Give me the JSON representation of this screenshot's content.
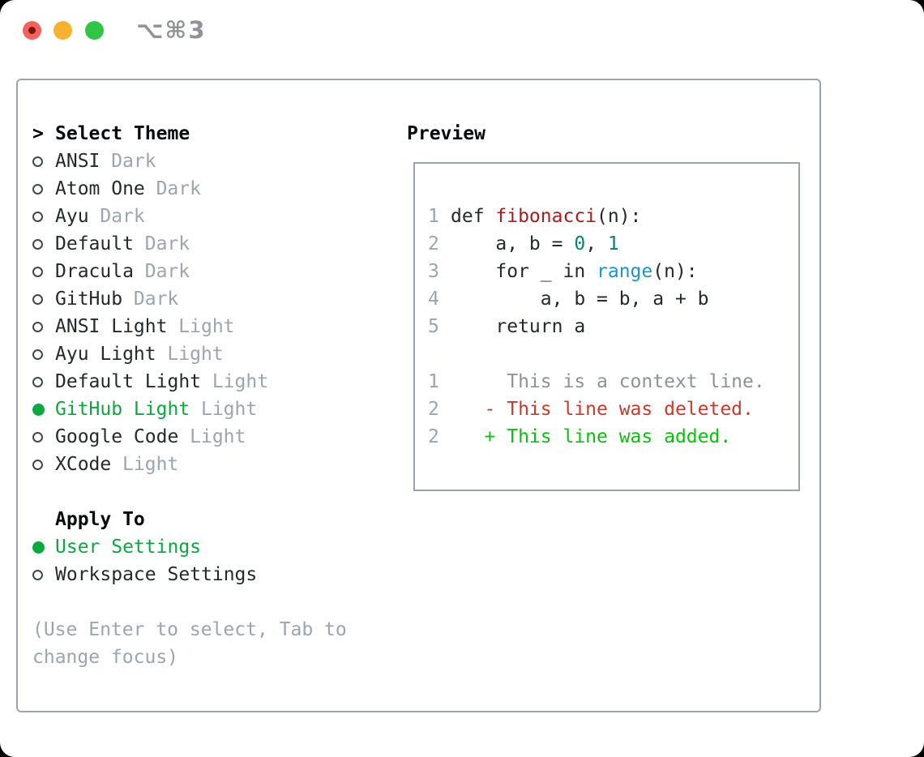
{
  "titlebar": {
    "shortcut": "⌥⌘3"
  },
  "colors": {
    "traffic_red": "#f4605a",
    "traffic_red_dot": "#7d130e",
    "traffic_yellow": "#f6b22e",
    "traffic_green": "#31c546",
    "shortcut_gray": "#8f9298",
    "panel_border": "#9aa4af",
    "text_dark": "#24292e",
    "muted_gray": "#9aa5b1",
    "ui_green": "#0aa83f",
    "fn_red": "#a61d1e",
    "num_teal": "#0d7d7c",
    "call_blue": "#1b95d2",
    "diff_red": "#c93a2b",
    "diff_green": "#0ec00e",
    "context_gray": "#8d9299",
    "line_number_gray": "#9aa5b1"
  },
  "theme_panel": {
    "prompt": ">",
    "header": "Select Theme",
    "items": [
      {
        "name": "ANSI",
        "variant": "Dark",
        "selected": false
      },
      {
        "name": "Atom One",
        "variant": "Dark",
        "selected": false
      },
      {
        "name": "Ayu",
        "variant": "Dark",
        "selected": false
      },
      {
        "name": "Default",
        "variant": "Dark",
        "selected": false
      },
      {
        "name": "Dracula",
        "variant": "Dark",
        "selected": false
      },
      {
        "name": "GitHub",
        "variant": "Dark",
        "selected": false
      },
      {
        "name": "ANSI Light",
        "variant": "Light",
        "selected": false
      },
      {
        "name": "Ayu Light",
        "variant": "Light",
        "selected": false
      },
      {
        "name": "Default Light",
        "variant": "Light",
        "selected": false
      },
      {
        "name": "GitHub Light",
        "variant": "Light",
        "selected": true
      },
      {
        "name": "Google Code",
        "variant": "Light",
        "selected": false
      },
      {
        "name": "XCode",
        "variant": "Light",
        "selected": false
      }
    ]
  },
  "apply_to": {
    "header": "Apply To",
    "options": [
      {
        "label": "User Settings",
        "selected": true
      },
      {
        "label": "Workspace Settings",
        "selected": false
      }
    ]
  },
  "help": {
    "line1": "(Use Enter to select, Tab to",
    "line2": "change focus)"
  },
  "preview": {
    "header": "Preview",
    "lines": [
      {
        "num": "1",
        "segments": [
          {
            "t": "def ",
            "c": "text"
          },
          {
            "t": "fibonacci",
            "c": "fn"
          },
          {
            "t": "(n):",
            "c": "text"
          }
        ]
      },
      {
        "num": "2",
        "segments": [
          {
            "t": "    a, b = ",
            "c": "text"
          },
          {
            "t": "0",
            "c": "num"
          },
          {
            "t": ", ",
            "c": "text"
          },
          {
            "t": "1",
            "c": "num"
          }
        ]
      },
      {
        "num": "3",
        "segments": [
          {
            "t": "    for _ in ",
            "c": "text"
          },
          {
            "t": "range",
            "c": "call"
          },
          {
            "t": "(n):",
            "c": "text"
          }
        ]
      },
      {
        "num": "4",
        "segments": [
          {
            "t": "        a, b = b, a + b",
            "c": "text"
          }
        ]
      },
      {
        "num": "5",
        "segments": [
          {
            "t": "    return a",
            "c": "text"
          }
        ]
      },
      {
        "num": "",
        "segments": []
      },
      {
        "num": "1",
        "segments": [
          {
            "t": "     This is a context line.",
            "c": "ctx"
          }
        ]
      },
      {
        "num": "2",
        "segments": [
          {
            "t": "   - This line was deleted.",
            "c": "del"
          }
        ]
      },
      {
        "num": "2",
        "segments": [
          {
            "t": "   + This line was added.",
            "c": "add"
          }
        ]
      }
    ]
  }
}
